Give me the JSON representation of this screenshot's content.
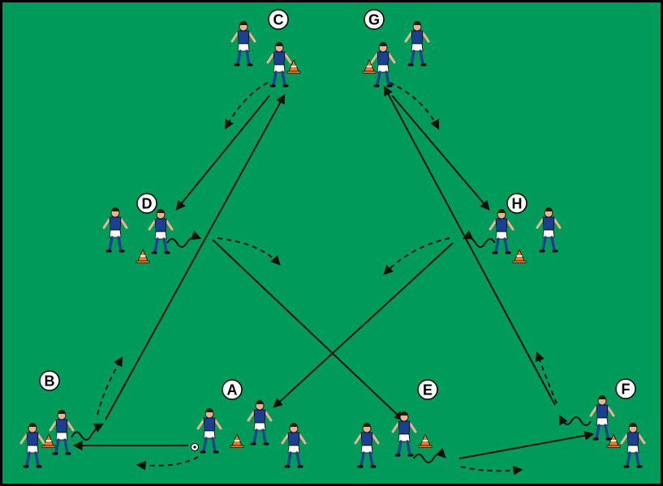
{
  "colors": {
    "pitch": "#009a5a",
    "border": "#000000",
    "shirt": "#1d3f8f",
    "shorts": "#ffffff",
    "skin": "#e9b48f",
    "hair": "#2b1a0e",
    "cone": "#f07a1e",
    "arrow": "#111111"
  },
  "stations": [
    {
      "id": "A",
      "label": "A"
    },
    {
      "id": "B",
      "label": "B"
    },
    {
      "id": "C",
      "label": "C"
    },
    {
      "id": "D",
      "label": "D"
    },
    {
      "id": "E",
      "label": "E"
    },
    {
      "id": "F",
      "label": "F"
    },
    {
      "id": "G",
      "label": "G"
    },
    {
      "id": "H",
      "label": "H"
    }
  ]
}
